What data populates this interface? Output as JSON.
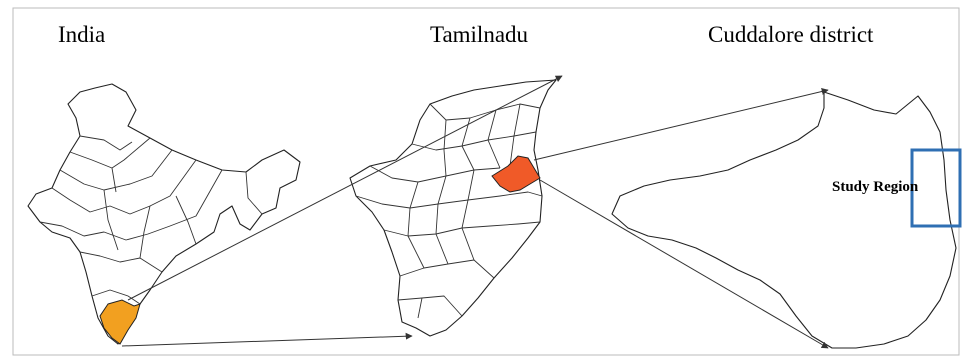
{
  "titles": {
    "india": "India",
    "tamilnadu": "Tamilnadu",
    "cuddalore": "Cuddalore district"
  },
  "study_region_label": "Study Region",
  "colors": {
    "tamilnadu_in_india": "#F2A020",
    "cuddalore_in_tamilnadu": "#F05A28",
    "study_region_box": "#2F6FB3",
    "outline": "#222222",
    "arrows": "#333333"
  }
}
